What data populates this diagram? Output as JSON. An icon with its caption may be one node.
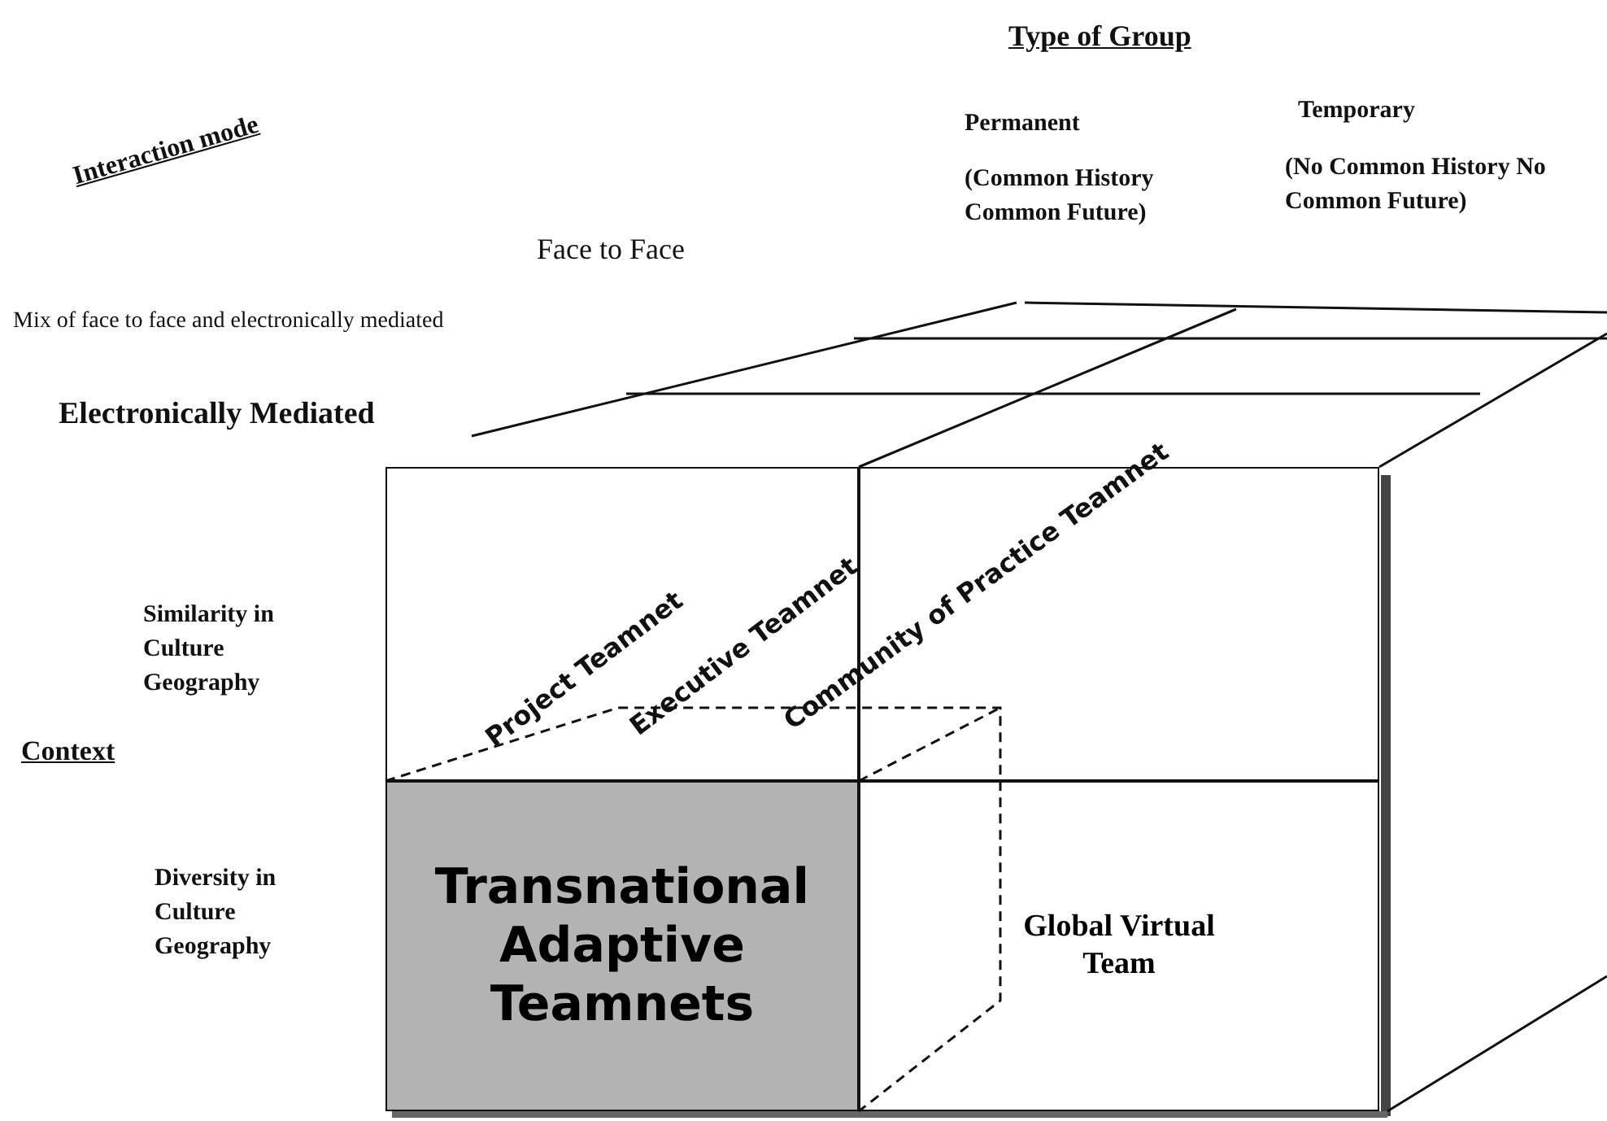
{
  "diagram": {
    "nodes": [
      {
        "text": [],
        "shape": "box"
      },
      {
        "text": [],
        "shape": "box"
      },
      {
        "text": [
          "Transnational Adaptive Teamnets"
        ]
      },
      {
        "text": [
          "Global Virtual Team"
        ]
      }
    ],
    "labels": [
      "Type of Group",
      "Interaction mode",
      "Permanent",
      "(Common History Common Future)",
      "Temporary",
      "(No Common History No Common Future)",
      "Face to Face",
      "Mix of face to face and electronically mediated",
      "Electronically Mediated",
      "Similarity in Culture Geography",
      "Project Teamnet",
      "Executive Teamnet",
      "Community of Practice Teamnet",
      "Context",
      "Diversity in Culture Geography"
    ]
  }
}
